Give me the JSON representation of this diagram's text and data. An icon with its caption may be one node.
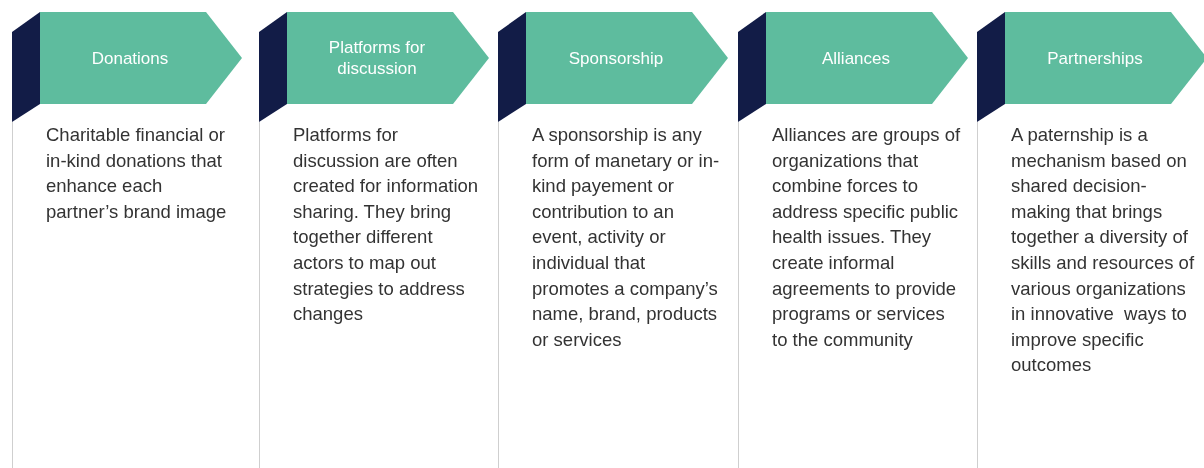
{
  "diagram": {
    "nodes": [
      {
        "text": [
          "Donations"
        ],
        "beside": [
          "Charitable financial or in-kind donations that enhance each partner’s brand image"
        ]
      },
      {
        "text": [
          "Platforms for discussion"
        ],
        "beside": [
          "Platforms for discussion are often created for information sharing. They bring together different actors to map out strategies to address changes"
        ]
      },
      {
        "text": [
          "Sponsorship"
        ],
        "beside": [
          "A sponsorship is any form of manetary or in-kind payement or contribution to an event, activity or individual that promotes a company’s name, brand, products or services"
        ]
      },
      {
        "text": [
          "Alliances"
        ],
        "beside": [
          "Alliances are groups of organizations that combine forces to address specific public health issues. They create informal agreements to provide programs or services to the community"
        ]
      },
      {
        "text": [
          "Partnerships"
        ],
        "beside": [
          "A paternship is a mechanism based on shared decision-making that brings together a diversity of skills and resources of various organizations in innovative  ways to improve specific outcomes"
        ]
      }
    ]
  }
}
